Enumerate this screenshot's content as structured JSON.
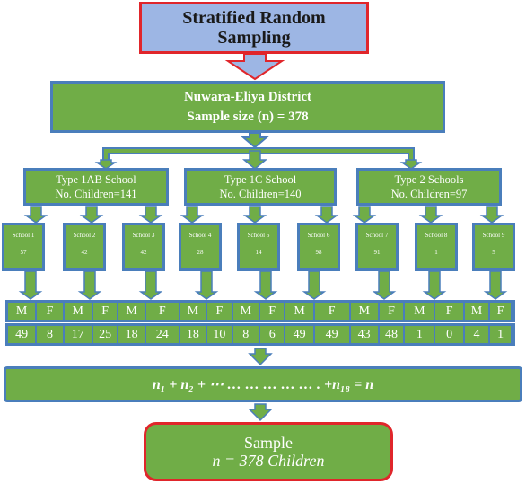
{
  "title": {
    "line1": "Stratified Random",
    "line2": "Sampling"
  },
  "district": {
    "name": "Nuwara-Eliya District",
    "sample_size": "Sample size (n) = 378"
  },
  "types": [
    {
      "name": "Type 1AB School",
      "children": "No. Children=141"
    },
    {
      "name": "Type 1C School",
      "children": "No. Children=140"
    },
    {
      "name": "Type 2 Schools",
      "children": "No. Children=97"
    }
  ],
  "schools": [
    {
      "name": "School 1",
      "count": "57"
    },
    {
      "name": "School 2",
      "count": "42"
    },
    {
      "name": "School 3",
      "count": "42"
    },
    {
      "name": "School 4",
      "count": "28"
    },
    {
      "name": "School  5",
      "count": "14"
    },
    {
      "name": "School 6",
      "count": "98"
    },
    {
      "name": "School 7",
      "count": "91"
    },
    {
      "name": "School  8",
      "count": "1"
    },
    {
      "name": "School 9",
      "count": "5"
    }
  ],
  "gender_headers": [
    "M",
    "F",
    "M",
    "F",
    "M",
    "F",
    "M",
    "F",
    "M",
    "F",
    "M",
    "F",
    "M",
    "F",
    "M",
    "F",
    "M",
    "F"
  ],
  "gender_values": [
    "49",
    "8",
    "17",
    "25",
    "18",
    "24",
    "18",
    "10",
    "8",
    "6",
    "49",
    "49",
    "43",
    "48",
    "1",
    "0",
    "4",
    "1"
  ],
  "sum_formula": "n₁ + n₂ + ⋯ … … … … … . +n₁₈ = n",
  "sample": {
    "line1": "Sample",
    "line2": "n = 378 Children"
  }
}
